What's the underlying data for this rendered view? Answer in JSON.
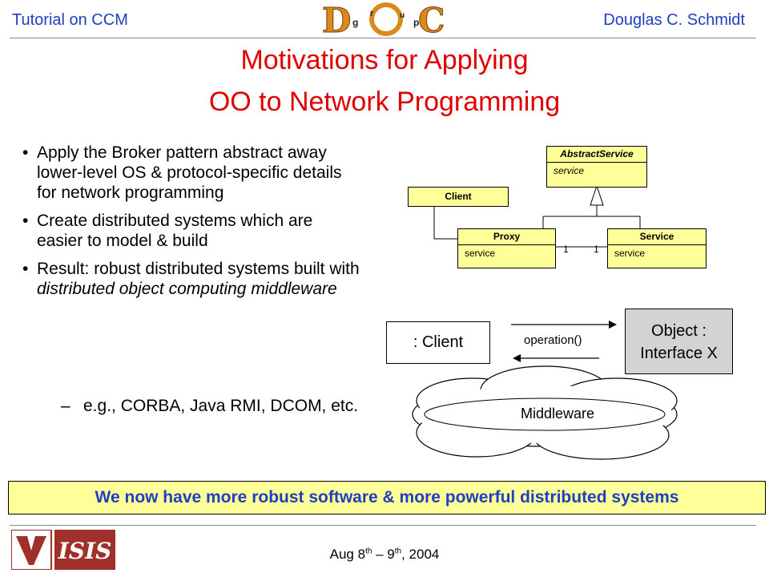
{
  "header": {
    "left": "Tutorial on CCM",
    "right": "Douglas C. Schmidt",
    "logo_text": "DOC group"
  },
  "title": {
    "line1": "Motivations for Applying",
    "line2": "OO to Network Programming"
  },
  "bullets": [
    {
      "text": "Apply the Broker pattern abstract away lower-level OS & protocol-specific details for network programming"
    },
    {
      "text": "Create distributed systems which are easier to model & build"
    },
    {
      "pre": "Result: robust distributed systems built with ",
      "em": "distributed object computing middleware"
    }
  ],
  "sub_bullet": {
    "dash": "–",
    "text": "e.g., CORBA, Java RMI, DCOM, etc."
  },
  "uml": {
    "abstract_service": {
      "name": "AbstractService",
      "op": "service"
    },
    "client": {
      "name": "Client"
    },
    "proxy": {
      "name": "Proxy",
      "op": "service"
    },
    "service": {
      "name": "Service",
      "op": "service"
    },
    "mult_left": "1",
    "mult_right": "1"
  },
  "interaction": {
    "client": ": Client",
    "operation": "operation()",
    "object_line1": "Object :",
    "object_line2": "Interface X",
    "middleware": "Middleware"
  },
  "banner": "We now have more robust software & more powerful distributed systems",
  "footer": {
    "pre": "Aug 8",
    "sup1": "th",
    "mid": " – 9",
    "sup2": "th",
    "post": ", 2004",
    "logo_text": "ISIS"
  },
  "colors": {
    "accent_blue": "#1f3fbf",
    "title_red": "#e00000",
    "uml_fill": "#ffff99",
    "object_fill": "#d3d3d3",
    "vandy_red": "#a0302a"
  }
}
